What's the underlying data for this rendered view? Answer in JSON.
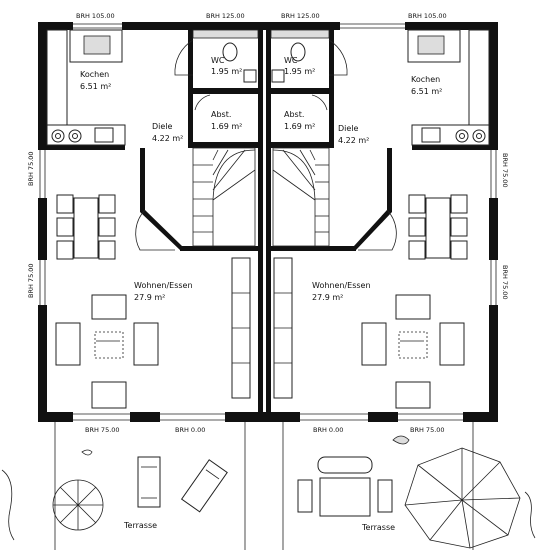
{
  "rooms": {
    "left": {
      "kitchen_name": "Kochen",
      "kitchen_area": "6.51 m²",
      "hall_name": "Diele",
      "hall_area": "4.22 m²",
      "wc_name": "WC",
      "wc_area": "1.95 m²",
      "storage_name": "Abst.",
      "storage_area": "1.69 m²",
      "living_name": "Wohnen/Essen",
      "living_area": "27.9 m²"
    },
    "right": {
      "kitchen_name": "Kochen",
      "kitchen_area": "6.51 m²",
      "hall_name": "Diele",
      "hall_area": "4.22 m²",
      "wc_name": "WC",
      "wc_area": "1.95 m²",
      "storage_name": "Abst.",
      "storage_area": "1.69 m²",
      "living_name": "Wohnen/Essen",
      "living_area": "27.9 m²"
    }
  },
  "terrace": {
    "left": "Terrasse",
    "right": "Terrasse"
  },
  "brh": {
    "top_1": "BRH 105.00",
    "top_2": "BRH 125.00",
    "top_3": "BRH 125.00",
    "top_4": "BRH 105.00",
    "left_upper": "BRH 75.00",
    "left_lower": "BRH 75.00",
    "right_upper": "BRH 75.00",
    "right_lower": "BRH 75.00",
    "bottom_1": "BRH 75.00",
    "bottom_2": "BRH 0.00",
    "bottom_3": "BRH 0.00",
    "bottom_4": "BRH 75.00"
  }
}
